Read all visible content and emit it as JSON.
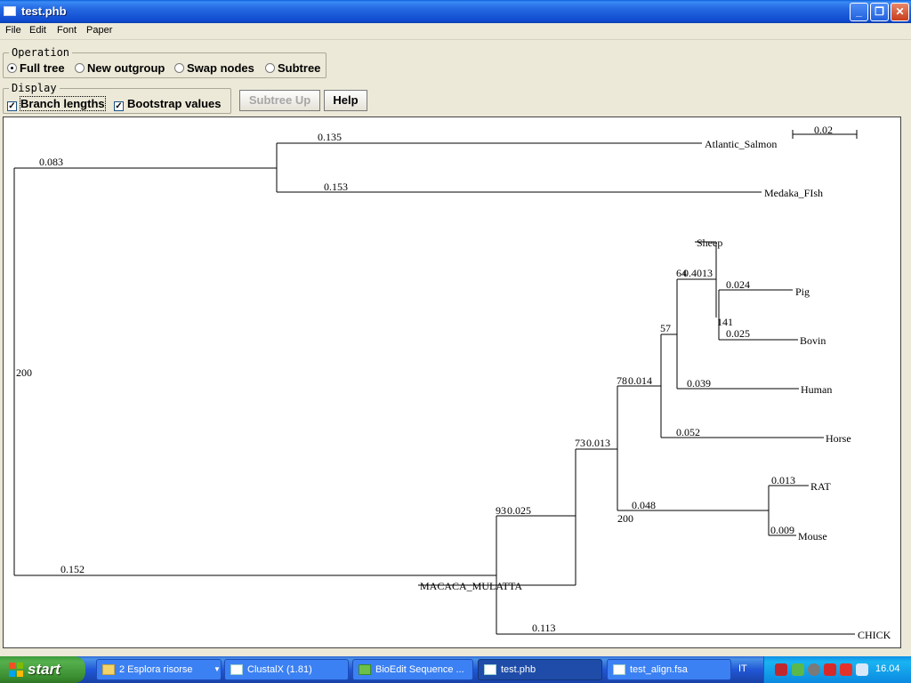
{
  "window": {
    "title": "test.phb"
  },
  "menu": [
    "File",
    "Edit",
    "Font",
    "Paper"
  ],
  "operation": {
    "legend": "Operation",
    "options": [
      "Full tree",
      "New outgroup",
      "Swap nodes",
      "Subtree"
    ],
    "selected": "Full tree"
  },
  "display": {
    "legend": "Display",
    "branch_lengths": "Branch lengths",
    "bootstrap_values": "Bootstrap values",
    "branch_lengths_checked": true,
    "bootstrap_values_checked": true
  },
  "buttons": {
    "subtree_up": "Subtree Up",
    "help": "Help"
  },
  "tree": {
    "scale_label": "0.02",
    "taxa": [
      "Atlantic_Salmon",
      "Medaka_FIsh",
      "Sheep",
      "Pig",
      "Bovin",
      "Human",
      "Horse",
      "RAT",
      "Mouse",
      "MACACA_MULATTA",
      "CHICK"
    ],
    "branch_labels": [
      "0.135",
      "0.083",
      "0.153",
      "0.4013",
      "0.024",
      "0.025",
      "0.039",
      "0.014",
      "0.052",
      "0.013",
      "0.025",
      "0.048",
      "0.013",
      "0.009",
      "0.152",
      "0.113"
    ],
    "bootstrap_labels": [
      "200",
      "64",
      "141",
      "57",
      "78",
      "73",
      "93",
      "200"
    ]
  },
  "taskbar": {
    "start": "start",
    "tasks": [
      "2 Esplora risorse",
      "ClustalX (1.81)",
      "BioEdit Sequence ...",
      "test.phb",
      "test_align.fsa"
    ],
    "active_task": "test.phb",
    "language": "IT",
    "clock": "16.04"
  }
}
